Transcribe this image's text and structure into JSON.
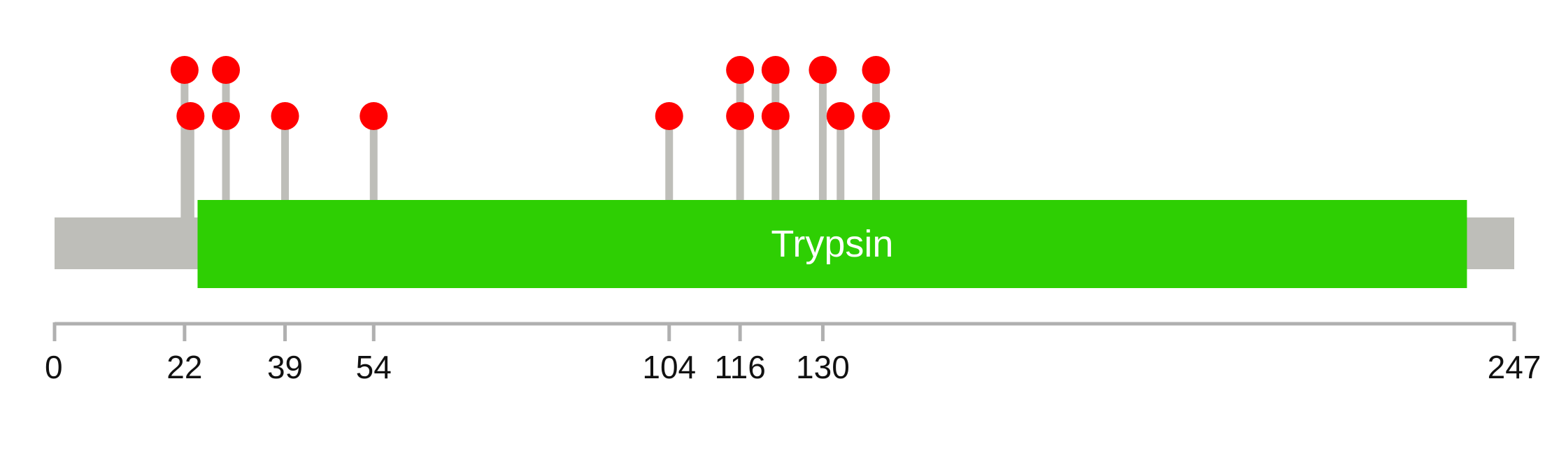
{
  "chart_data": {
    "type": "lollipop",
    "protein_length": 247,
    "axis": {
      "range": [
        0,
        247
      ],
      "ticks": [
        0,
        22,
        39,
        54,
        104,
        116,
        130,
        247
      ]
    },
    "domains": [
      {
        "label": "Trypsin",
        "start": 24.2,
        "end": 239,
        "color": "#2ecf03"
      }
    ],
    "sites": [
      {
        "position": 22,
        "level": 2
      },
      {
        "position": 23,
        "level": 1
      },
      {
        "position": 29,
        "level": 2
      },
      {
        "position": 29,
        "level": 1
      },
      {
        "position": 39,
        "level": 1
      },
      {
        "position": 54,
        "level": 1
      },
      {
        "position": 104,
        "level": 1
      },
      {
        "position": 116,
        "level": 2
      },
      {
        "position": 116,
        "level": 1
      },
      {
        "position": 122,
        "level": 2
      },
      {
        "position": 122,
        "level": 1
      },
      {
        "position": 130,
        "level": 2
      },
      {
        "position": 133,
        "level": 1
      },
      {
        "position": 139,
        "level": 2
      },
      {
        "position": 139,
        "level": 1
      }
    ],
    "colors": {
      "backbone": "#bebeb9",
      "stem": "#bebeb9",
      "site": "#ff0000",
      "axis": "#b0b0b0"
    }
  }
}
